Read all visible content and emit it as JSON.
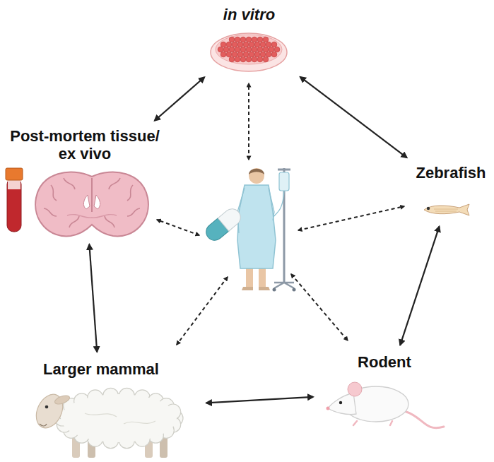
{
  "diagram": {
    "nodes": [
      {
        "text": [
          "in vitro"
        ]
      },
      {
        "text": [
          "Post-mortem tissue/ ex vivo"
        ]
      },
      {
        "text": [
          "Zebrafish"
        ]
      },
      {
        "text": [
          "Larger mammal"
        ]
      },
      {
        "text": [
          "Rodent"
        ]
      }
    ],
    "edges": [
      {
        "from": 0,
        "to": 1,
        "arrow": "both"
      },
      {
        "from": 0,
        "to": 2,
        "arrow": "both"
      },
      {
        "from": 2,
        "to": 4,
        "arrow": "both"
      },
      {
        "from": 4,
        "to": 3,
        "arrow": "both"
      },
      {
        "from": 3,
        "to": 1,
        "arrow": "both"
      }
    ]
  }
}
